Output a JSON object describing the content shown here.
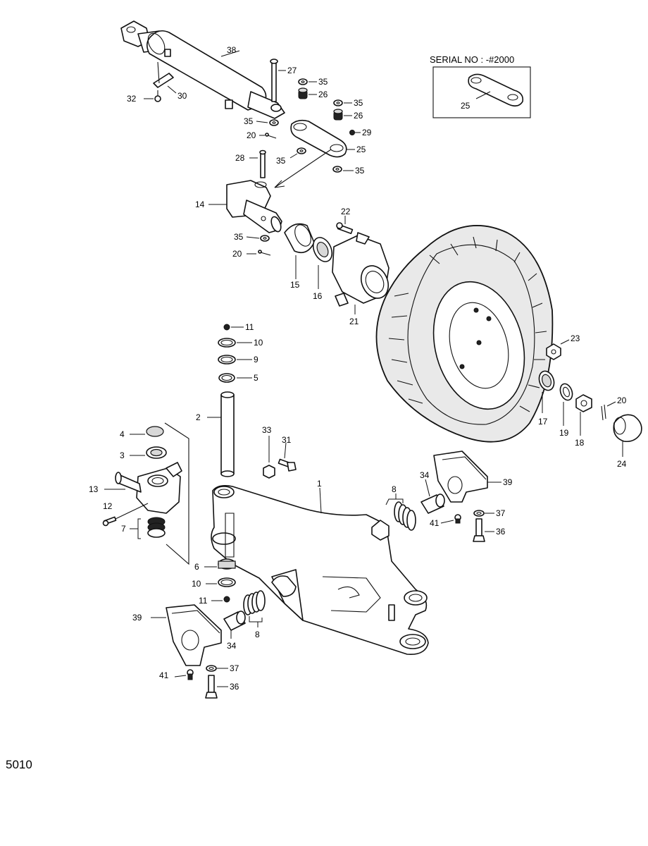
{
  "serial_note": "SERIAL NO : -#2000",
  "page_number": "5010",
  "callouts": {
    "c1": "1",
    "c2": "2",
    "c3": "3",
    "c4": "4",
    "c5": "5",
    "c6": "6",
    "c7": "7",
    "c8": "8",
    "c9": "9",
    "c10": "10",
    "c11": "11",
    "c12": "12",
    "c13": "13",
    "c14": "14",
    "c15": "15",
    "c16": "16",
    "c17": "17",
    "c18": "18",
    "c19": "19",
    "c20": "20",
    "c21": "21",
    "c22": "22",
    "c23": "23",
    "c24": "24",
    "c25": "25",
    "c26": "26",
    "c27": "27",
    "c28": "28",
    "c29": "29",
    "c30": "30",
    "c31": "31",
    "c32": "32",
    "c33": "33",
    "c34": "34",
    "c35": "35",
    "c36": "36",
    "c37": "37",
    "c38": "38",
    "c39": "39",
    "c41": "41"
  }
}
